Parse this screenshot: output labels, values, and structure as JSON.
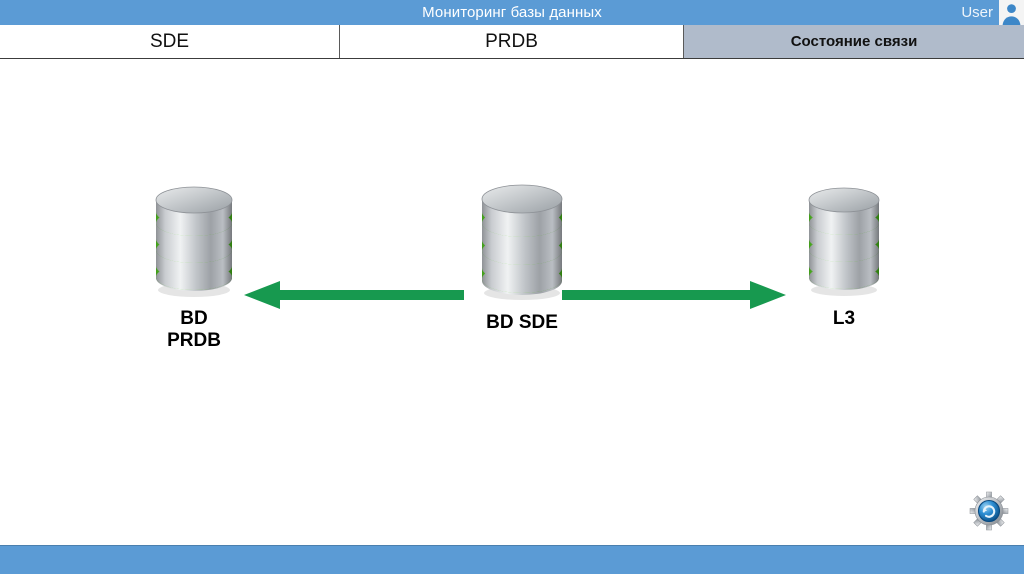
{
  "window": {
    "title": "Мониторинг базы данных",
    "user_label": "User",
    "user_icon": "user-avatar-icon",
    "title_bar_color": "#5b9bd5"
  },
  "tabs": [
    {
      "label": "SDE",
      "active": false
    },
    {
      "label": "PRDB",
      "active": false
    },
    {
      "label": "Состояние связи",
      "active": true
    }
  ],
  "diagram": {
    "nodes": [
      {
        "id": "prdb",
        "label": "BD\nPRDB",
        "icon": "database-icon"
      },
      {
        "id": "sde",
        "label": "BD SDE",
        "icon": "database-icon"
      },
      {
        "id": "l3",
        "label": "L3",
        "icon": "database-icon"
      }
    ],
    "arrows": [
      {
        "id": "sde-to-prdb",
        "direction": "left",
        "color": "#17994f"
      },
      {
        "id": "sde-to-l3",
        "direction": "right",
        "color": "#17994f"
      }
    ],
    "accent_green": "#17994f",
    "db_band_green": "#5cc62a"
  },
  "controls": {
    "settings_icon": "gear-settings-icon"
  },
  "colors": {
    "accent_blue": "#5b9bd5",
    "active_tab_gray": "#b0bbcb",
    "background": "#ffffff"
  }
}
